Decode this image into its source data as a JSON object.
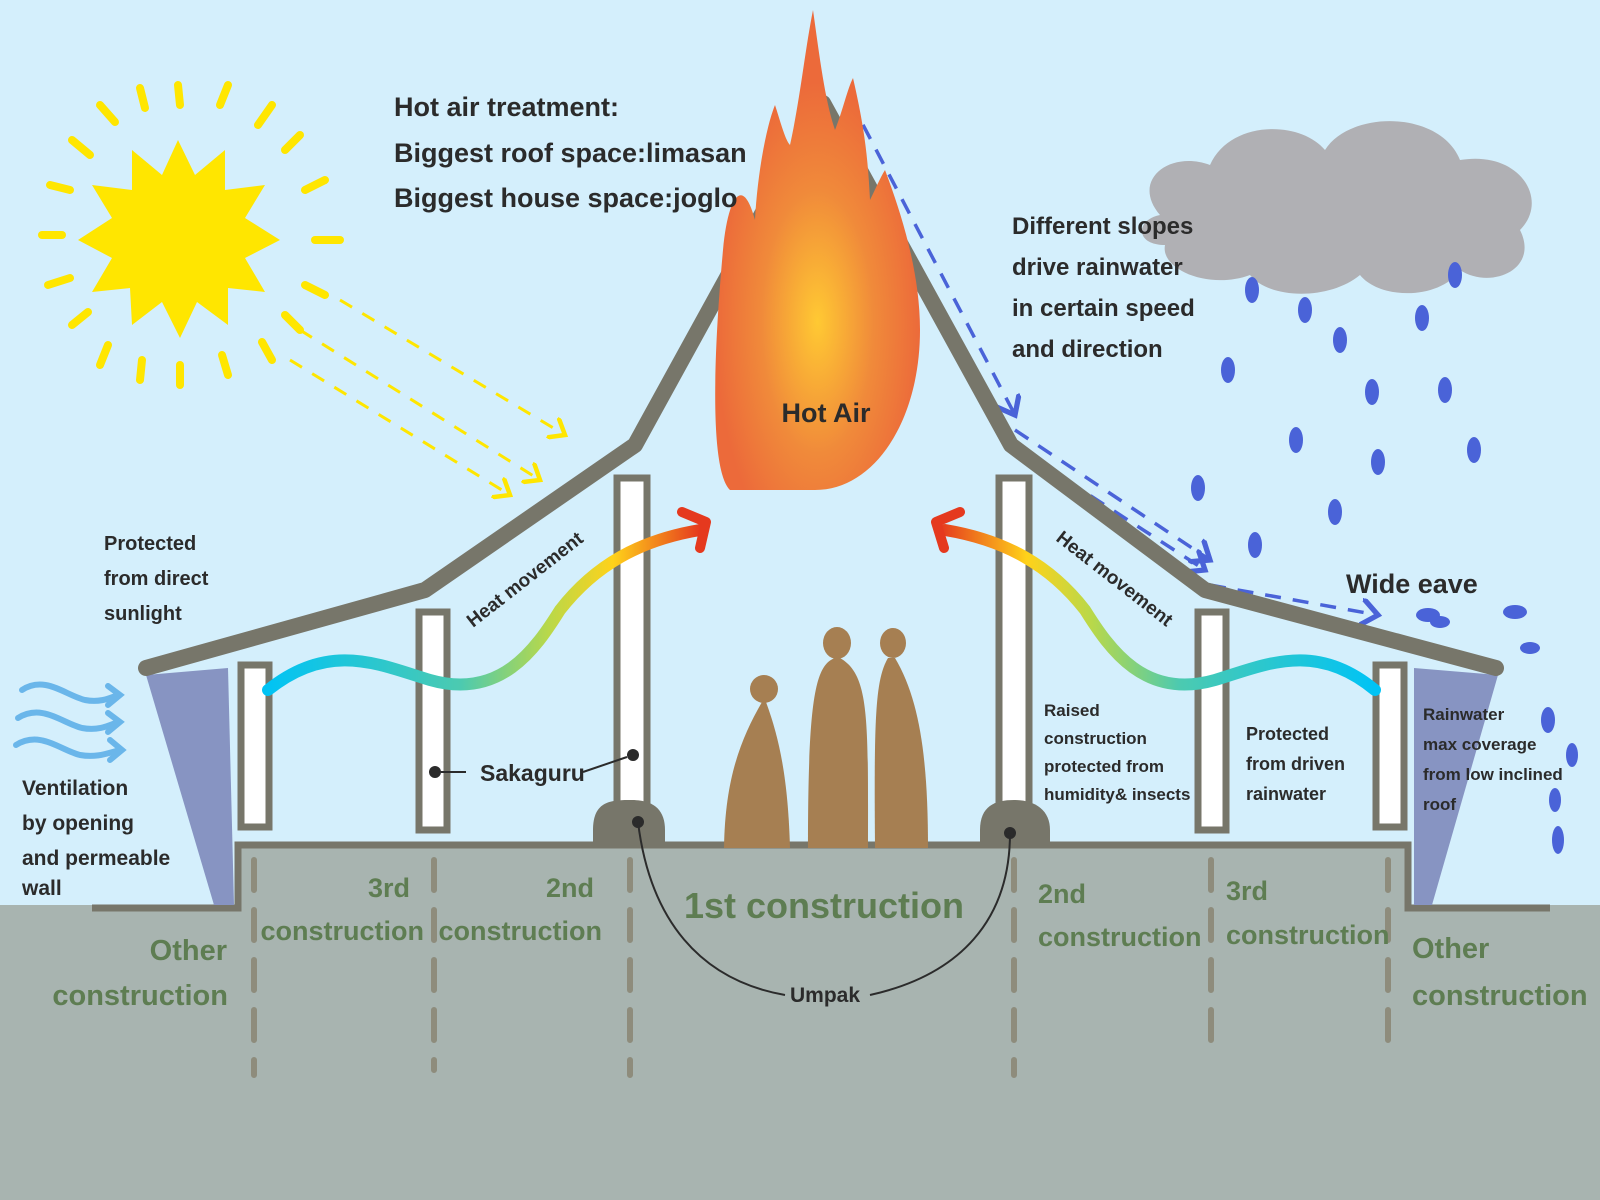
{
  "title_block": {
    "line1": "Hot air treatment:",
    "line2": "Biggest roof space:limasan",
    "line3": "Biggest house space:joglo"
  },
  "rain_note": [
    "Different slopes",
    "drive rainwater",
    "in certain speed",
    "and direction"
  ],
  "sun_note": [
    "Protected",
    "from direct",
    "sunlight"
  ],
  "ventilation_note": [
    "Ventilation",
    "by opening",
    "and permeable",
    "wall"
  ],
  "raised_note": [
    "Raised",
    "construction",
    "protected from",
    "humidity& insects"
  ],
  "driven_rain_note": [
    "Protected",
    "from driven",
    "rainwater"
  ],
  "coverage_note": [
    "Rainwater",
    "max coverage",
    "from low inclined",
    "roof"
  ],
  "labels": {
    "hot_air": "Hot Air",
    "heat_movement_left": "Heat movement",
    "heat_movement_right": "Heat movement",
    "wide_eave": "Wide eave",
    "sakaguru": "Sakaguru",
    "umpak": "Umpak"
  },
  "zones": {
    "first": "1st construction",
    "second_left": [
      "2nd",
      "construction"
    ],
    "third_left": [
      "3rd",
      "construction"
    ],
    "other_left": [
      "Other",
      "construction"
    ],
    "second_right": [
      "2nd",
      "construction"
    ],
    "third_right": [
      "3rd",
      "construction"
    ],
    "other_right": [
      "Other",
      "construction"
    ]
  },
  "colors": {
    "sky": "#d4effc",
    "ground": "#a8b4b0",
    "roof": "#77766a",
    "sun": "#ffe600",
    "flame": "#ef7a3c",
    "rain": "#4a63d8",
    "wall_shade": "#8794c2",
    "figure": "#a67f52",
    "zone_text": "#5e7d52",
    "cloud": "#b0b0b4",
    "wind": "#6ab6ea"
  }
}
